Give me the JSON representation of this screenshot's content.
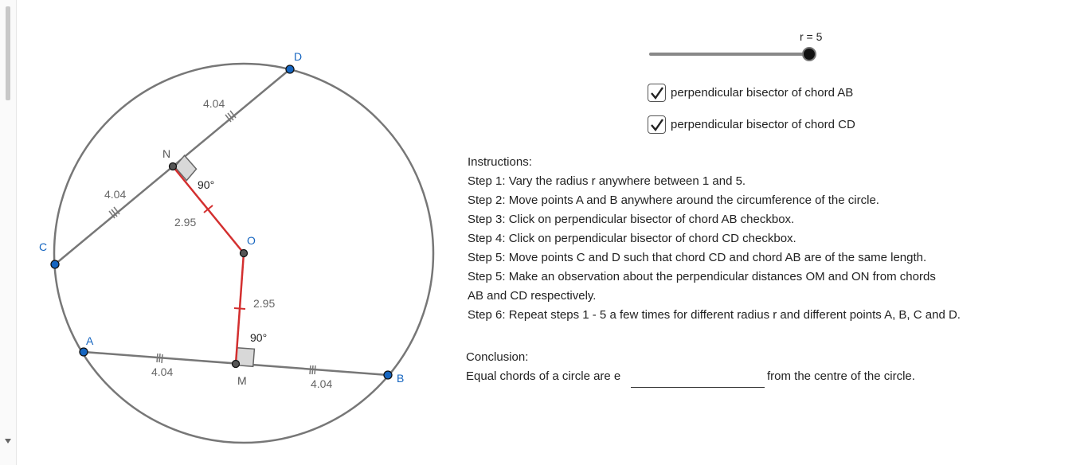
{
  "slider": {
    "label": "r = 5",
    "value": 5,
    "min": 1,
    "max": 5
  },
  "checkboxes": [
    {
      "label": "perpendicular bisector of chord AB",
      "checked": true
    },
    {
      "label": "perpendicular bisector of chord CD",
      "checked": true
    }
  ],
  "instructions": {
    "title": "Instructions:",
    "lines": [
      "Step 1: Vary the radius r anywhere between 1 and 5.",
      "Step 2: Move points A and B anywhere around the circumference of the circle.",
      "Step 3: Click on perpendicular bisector of chord AB checkbox.",
      "Step 4: Click on perpendicular bisector of chord CD checkbox.",
      "Step 5: Move points C and D such that chord CD and chord AB are of the same length.",
      "Step 5: Make an observation about the perpendicular distances OM and ON from chords",
      "AB and CD respectively.",
      "Step 6: Repeat steps 1 - 5 a few times for different radius r and different points A, B, C and D."
    ]
  },
  "conclusion": {
    "title": "Conclusion:",
    "before": "Equal chords of a circle are e",
    "after": "from the centre of the circle.",
    "answer_value": ""
  },
  "diagram": {
    "points": {
      "A": "A",
      "B": "B",
      "C": "C",
      "D": "D",
      "O": "O",
      "M": "M",
      "N": "N"
    },
    "lengths": {
      "AM": "4.04",
      "MB": "4.04",
      "CN": "4.04",
      "ND": "4.04",
      "ON": "2.95",
      "OM": "2.95"
    },
    "angles": {
      "at_N": "90°",
      "at_M": "90°"
    },
    "colors": {
      "circle": "#777777",
      "chord": "#777777",
      "bisector": "#d32f2f",
      "point_free": "#1565c0",
      "point_fixed": "#555555",
      "label_point": "#1565c0"
    }
  }
}
